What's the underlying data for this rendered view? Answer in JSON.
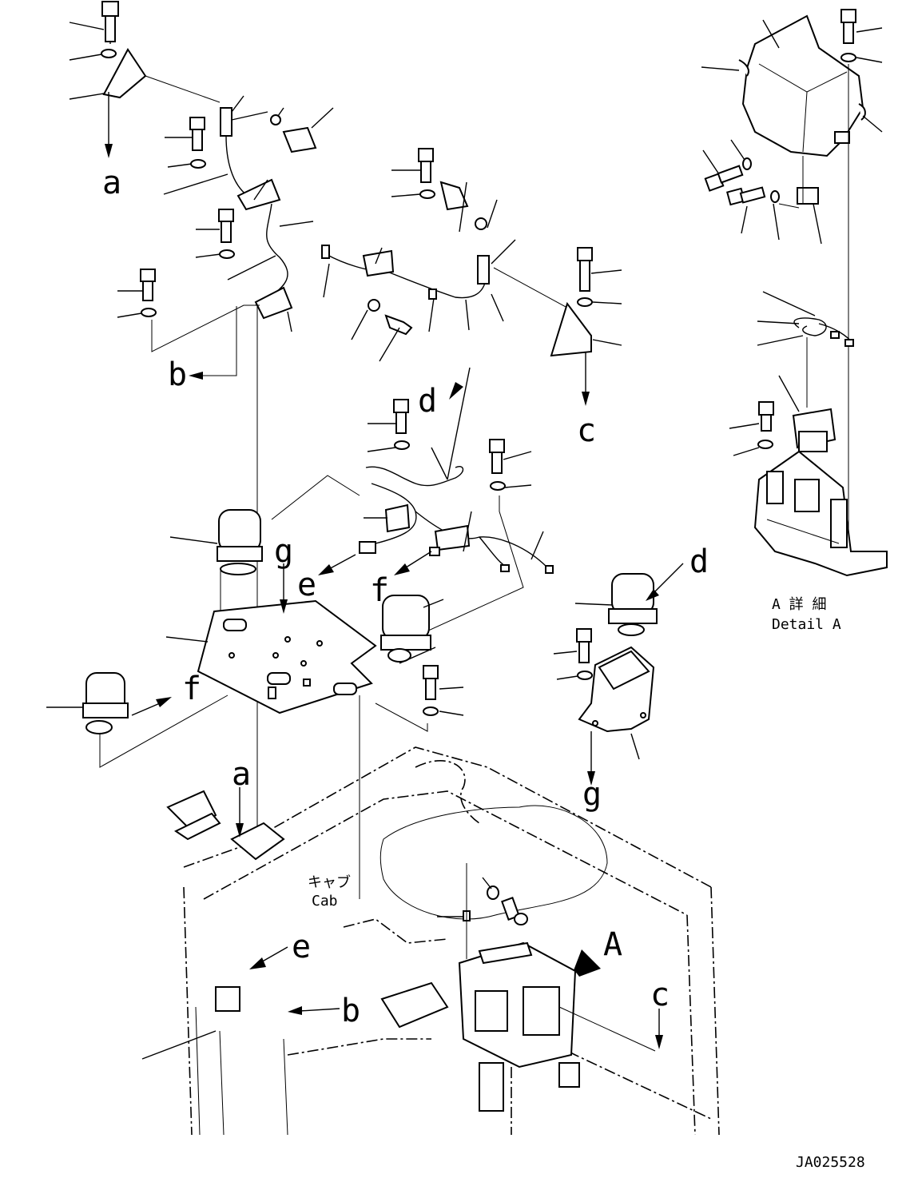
{
  "callouts": {
    "a": "a",
    "b": "b",
    "c": "c",
    "d": "d",
    "e": "e",
    "f": "f",
    "g": "g",
    "A": "A"
  },
  "cab_label": {
    "jp": "キャブ",
    "en": "Cab"
  },
  "detail_label": {
    "jp": "A 詳 細",
    "en": "Detail A"
  },
  "drawing_number": "JA025528"
}
